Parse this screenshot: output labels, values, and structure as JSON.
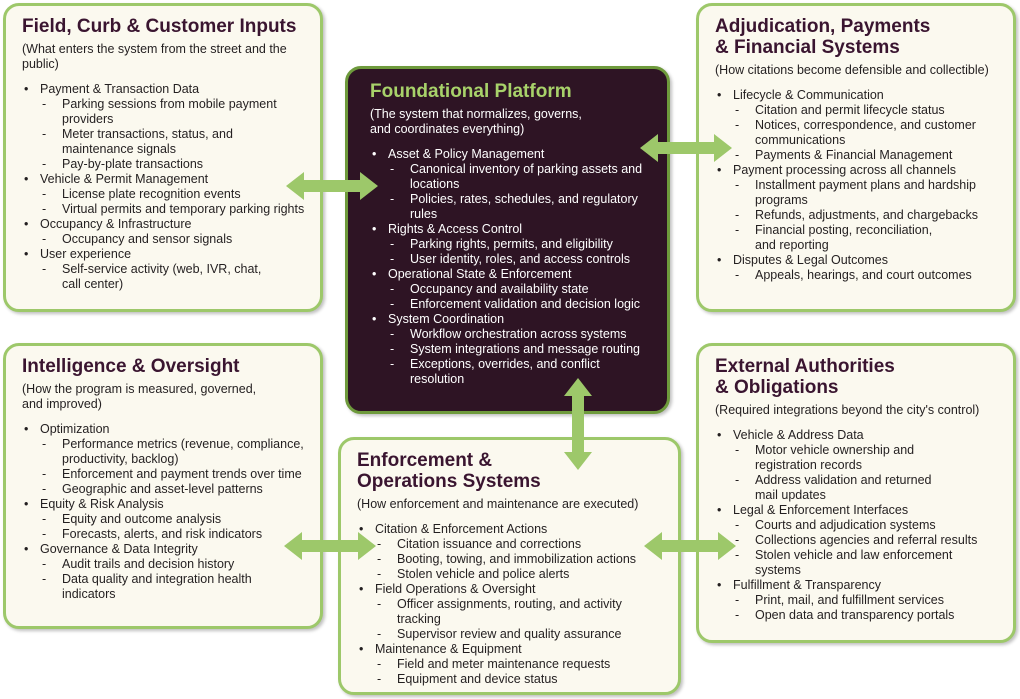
{
  "colors": {
    "accent": "#9dc86a",
    "center_bg": "#2e1424",
    "title": "#3a1530",
    "center_title": "#a8d26a",
    "arrow": "#9dc86a"
  },
  "boxes": {
    "field": {
      "title": "Field, Curb & Customer Inputs",
      "subtitle": "(What enters the system from the street and the\npublic)",
      "categories": [
        {
          "label": "Payment & Transaction Data",
          "items": [
            "Parking sessions from mobile payment\nproviders",
            "Meter transactions, status, and\nmaintenance signals",
            "Pay-by-plate transactions"
          ]
        },
        {
          "label": "Vehicle & Permit Management",
          "items": [
            "License plate recognition events",
            "Virtual permits and temporary parking rights"
          ]
        },
        {
          "label": "Occupancy & Infrastructure",
          "items": [
            "Occupancy and sensor signals"
          ]
        },
        {
          "label": "User experience",
          "items": [
            "Self-service activity (web, IVR, chat,\ncall center)"
          ]
        }
      ]
    },
    "adjudication": {
      "title": "Adjudication, Payments\n& Financial Systems",
      "subtitle": "(How citations become defensible and collectible)",
      "categories": [
        {
          "label": "Lifecycle & Communication",
          "items": [
            "Citation and permit lifecycle status",
            "Notices, correspondence, and customer\ncommunications",
            "Payments & Financial Management"
          ]
        },
        {
          "label": "Payment processing across all channels",
          "items": [
            "Installment payment plans and hardship\nprograms",
            "Refunds, adjustments, and chargebacks",
            "Financial posting, reconciliation,\nand reporting"
          ]
        },
        {
          "label": "Disputes & Legal Outcomes",
          "items": [
            "Appeals, hearings, and court outcomes"
          ]
        }
      ]
    },
    "foundational": {
      "title": "Foundational Platform",
      "subtitle": "(The system that normalizes, governs,\nand coordinates everything)",
      "categories": [
        {
          "label": "Asset & Policy Management",
          "items": [
            "Canonical inventory of parking assets and\nlocations",
            "Policies, rates, schedules, and regulatory\nrules"
          ]
        },
        {
          "label": "Rights & Access Control",
          "items": [
            "Parking rights, permits, and eligibility",
            "User identity, roles, and access controls"
          ]
        },
        {
          "label": "Operational State & Enforcement",
          "items": [
            "Occupancy and availability state",
            "Enforcement validation and decision logic"
          ]
        },
        {
          "label": "System Coordination",
          "items": [
            "Workflow orchestration across systems",
            "System integrations and message routing",
            "Exceptions, overrides, and conflict resolution"
          ]
        }
      ]
    },
    "intelligence": {
      "title": "Intelligence & Oversight",
      "subtitle": "(How the program is measured, governed,\nand improved)",
      "categories": [
        {
          "label": "Optimization",
          "items": [
            "Performance metrics (revenue, compliance,\nproductivity, backlog)",
            "Enforcement and payment trends over time",
            "Geographic and asset-level patterns"
          ]
        },
        {
          "label": "Equity & Risk Analysis",
          "items": [
            "Equity and outcome analysis",
            "Forecasts, alerts, and risk indicators"
          ]
        },
        {
          "label": "Governance & Data Integrity",
          "items": [
            "Audit trails and decision history",
            "Data quality and integration health indicators"
          ]
        }
      ]
    },
    "enforcement": {
      "title": "Enforcement &\nOperations Systems",
      "subtitle": "(How enforcement and maintenance are executed)",
      "categories": [
        {
          "label": "Citation & Enforcement Actions",
          "items": [
            "Citation issuance and corrections",
            "Booting, towing, and immobilization actions",
            "Stolen vehicle and police alerts"
          ]
        },
        {
          "label": "Field Operations & Oversight",
          "items": [
            "Officer assignments, routing, and activity tracking",
            "Supervisor review and quality assurance"
          ]
        },
        {
          "label": "Maintenance & Equipment",
          "items": [
            "Field and meter maintenance requests",
            "Equipment and device status"
          ]
        }
      ]
    },
    "external": {
      "title": "External Authorities\n& Obligations",
      "subtitle": "(Required integrations beyond the city's control)",
      "categories": [
        {
          "label": "Vehicle & Address Data",
          "items": [
            "Motor vehicle ownership and\nregistration records",
            "Address validation and returned\nmail updates"
          ]
        },
        {
          "label": "Legal & Enforcement Interfaces",
          "items": [
            "Courts and adjudication systems",
            "Collections agencies and referral results",
            "Stolen vehicle and law enforcement systems"
          ]
        },
        {
          "label": "Fulfillment & Transparency",
          "items": [
            "Print, mail, and fulfillment services",
            "Open data and transparency portals"
          ]
        }
      ]
    }
  }
}
